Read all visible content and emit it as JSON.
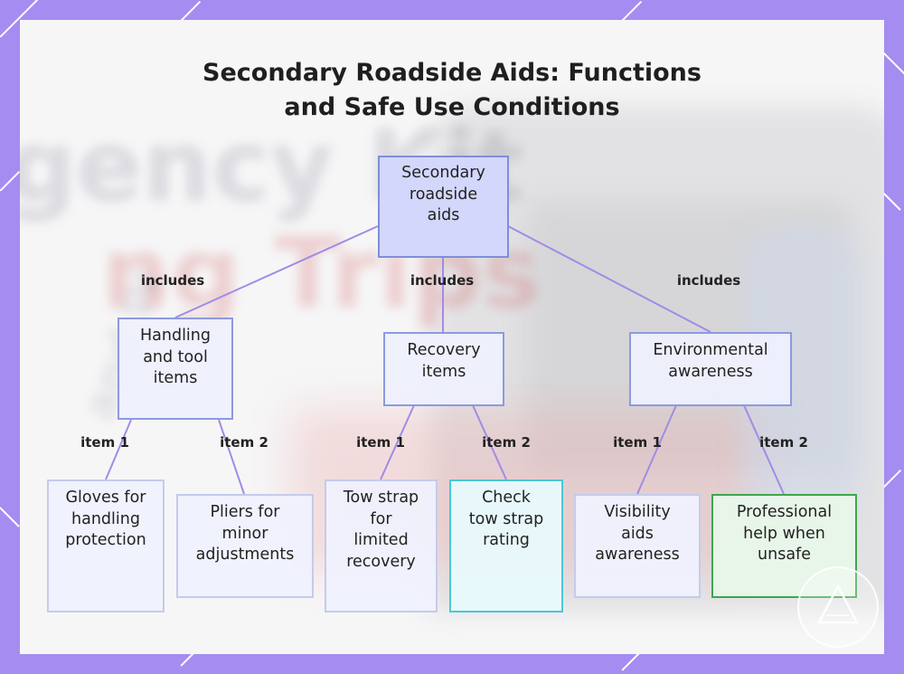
{
  "title": {
    "line1": "Secondary Roadside Aids: Functions",
    "line2": "and Safe Use Conditions"
  },
  "background": {
    "text1": "gency Kit",
    "text2": "ng Trips",
    "text3": "and W"
  },
  "root": {
    "lines": [
      "Secondary",
      "roadside",
      "aids"
    ]
  },
  "branches": [
    {
      "label": "includes",
      "lines": [
        "Handling",
        "and tool",
        "items"
      ]
    },
    {
      "label": "includes",
      "lines": [
        "Recovery",
        "items"
      ]
    },
    {
      "label": "includes",
      "lines": [
        "Environmental",
        "awareness"
      ]
    }
  ],
  "leaves": [
    {
      "label": "item 1",
      "lines": [
        "Gloves for",
        "handling",
        "protection"
      ]
    },
    {
      "label": "item 2",
      "lines": [
        "Pliers for",
        "minor",
        "adjustments"
      ]
    },
    {
      "label": "item 1",
      "lines": [
        "Tow strap",
        "for",
        "limited",
        "recovery"
      ]
    },
    {
      "label": "item 2",
      "lines": [
        "Check",
        "tow strap",
        "rating"
      ]
    },
    {
      "label": "item 1",
      "lines": [
        "Visibility",
        "aids",
        "awareness"
      ]
    },
    {
      "label": "item 2",
      "lines": [
        "Professional",
        "help when",
        "unsafe"
      ]
    }
  ],
  "colors": {
    "edge": "#a08ce6",
    "frame": "#a58cf0",
    "highlight_cyan": "#4cc7d5",
    "highlight_green": "#3ea64b"
  }
}
